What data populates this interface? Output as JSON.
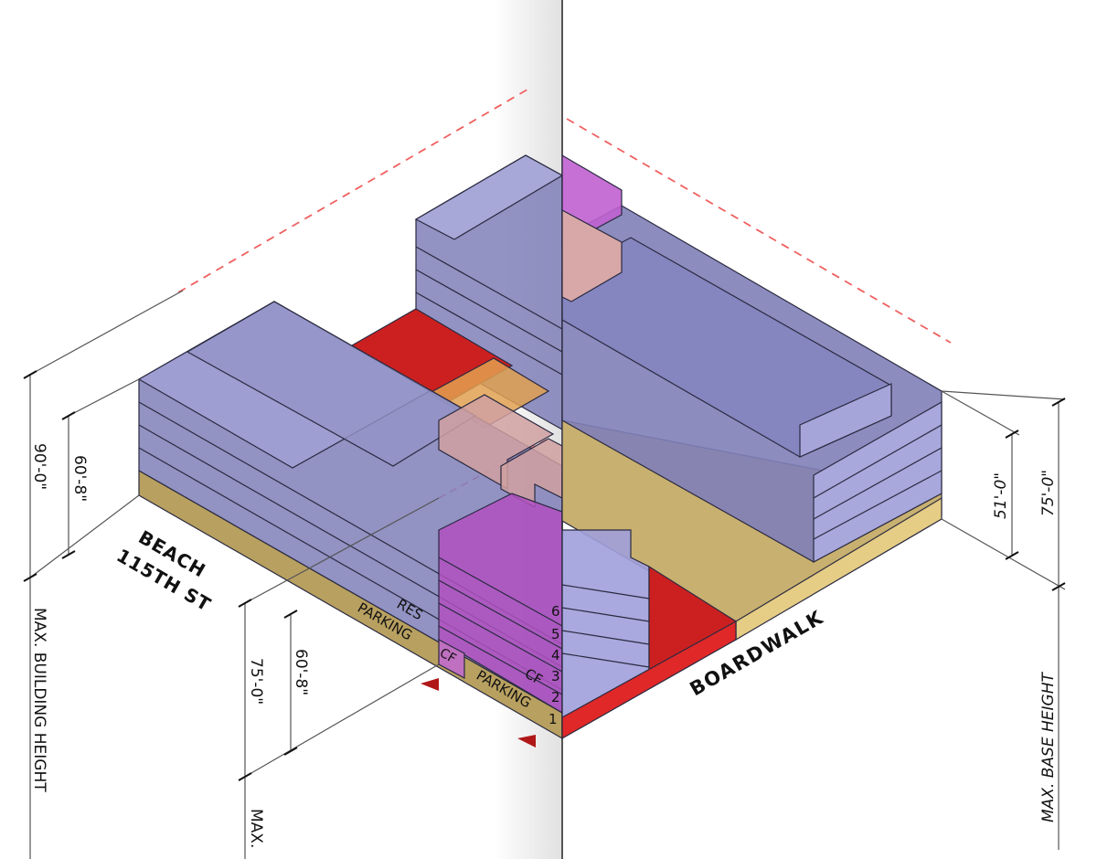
{
  "left_panel": {
    "street_label_line1": "BEACH",
    "street_label_line2": "115TH ST",
    "dim_total_height": "90'-0\"",
    "dim_upper_height": "60'-8\"",
    "max_building_height_label": "MAX. BUILDING HEIGHT",
    "dim_front_total": "75'-0\"",
    "dim_front_upper": "60'-8\"",
    "max_front_label": "MAX.",
    "use_labels": {
      "res": "RES",
      "parking_left": "PARKING",
      "cf_left": "CF",
      "cf_right": "CF",
      "parking_right": "PARKING"
    },
    "floor_numbers": [
      "1",
      "2",
      "3",
      "4",
      "5",
      "6"
    ]
  },
  "right_panel": {
    "street_label": "BOARDWALK",
    "dim_base": "51'-0\"",
    "dim_total": "75'-0\"",
    "max_base_height_label": "MAX. BASE HEIGHT"
  },
  "colors": {
    "residential": "#7f7fb8",
    "community_facility": "#b050c0",
    "parking": "#b8a060",
    "red_zone": "#d42020",
    "setback": "#ff5a5a"
  }
}
